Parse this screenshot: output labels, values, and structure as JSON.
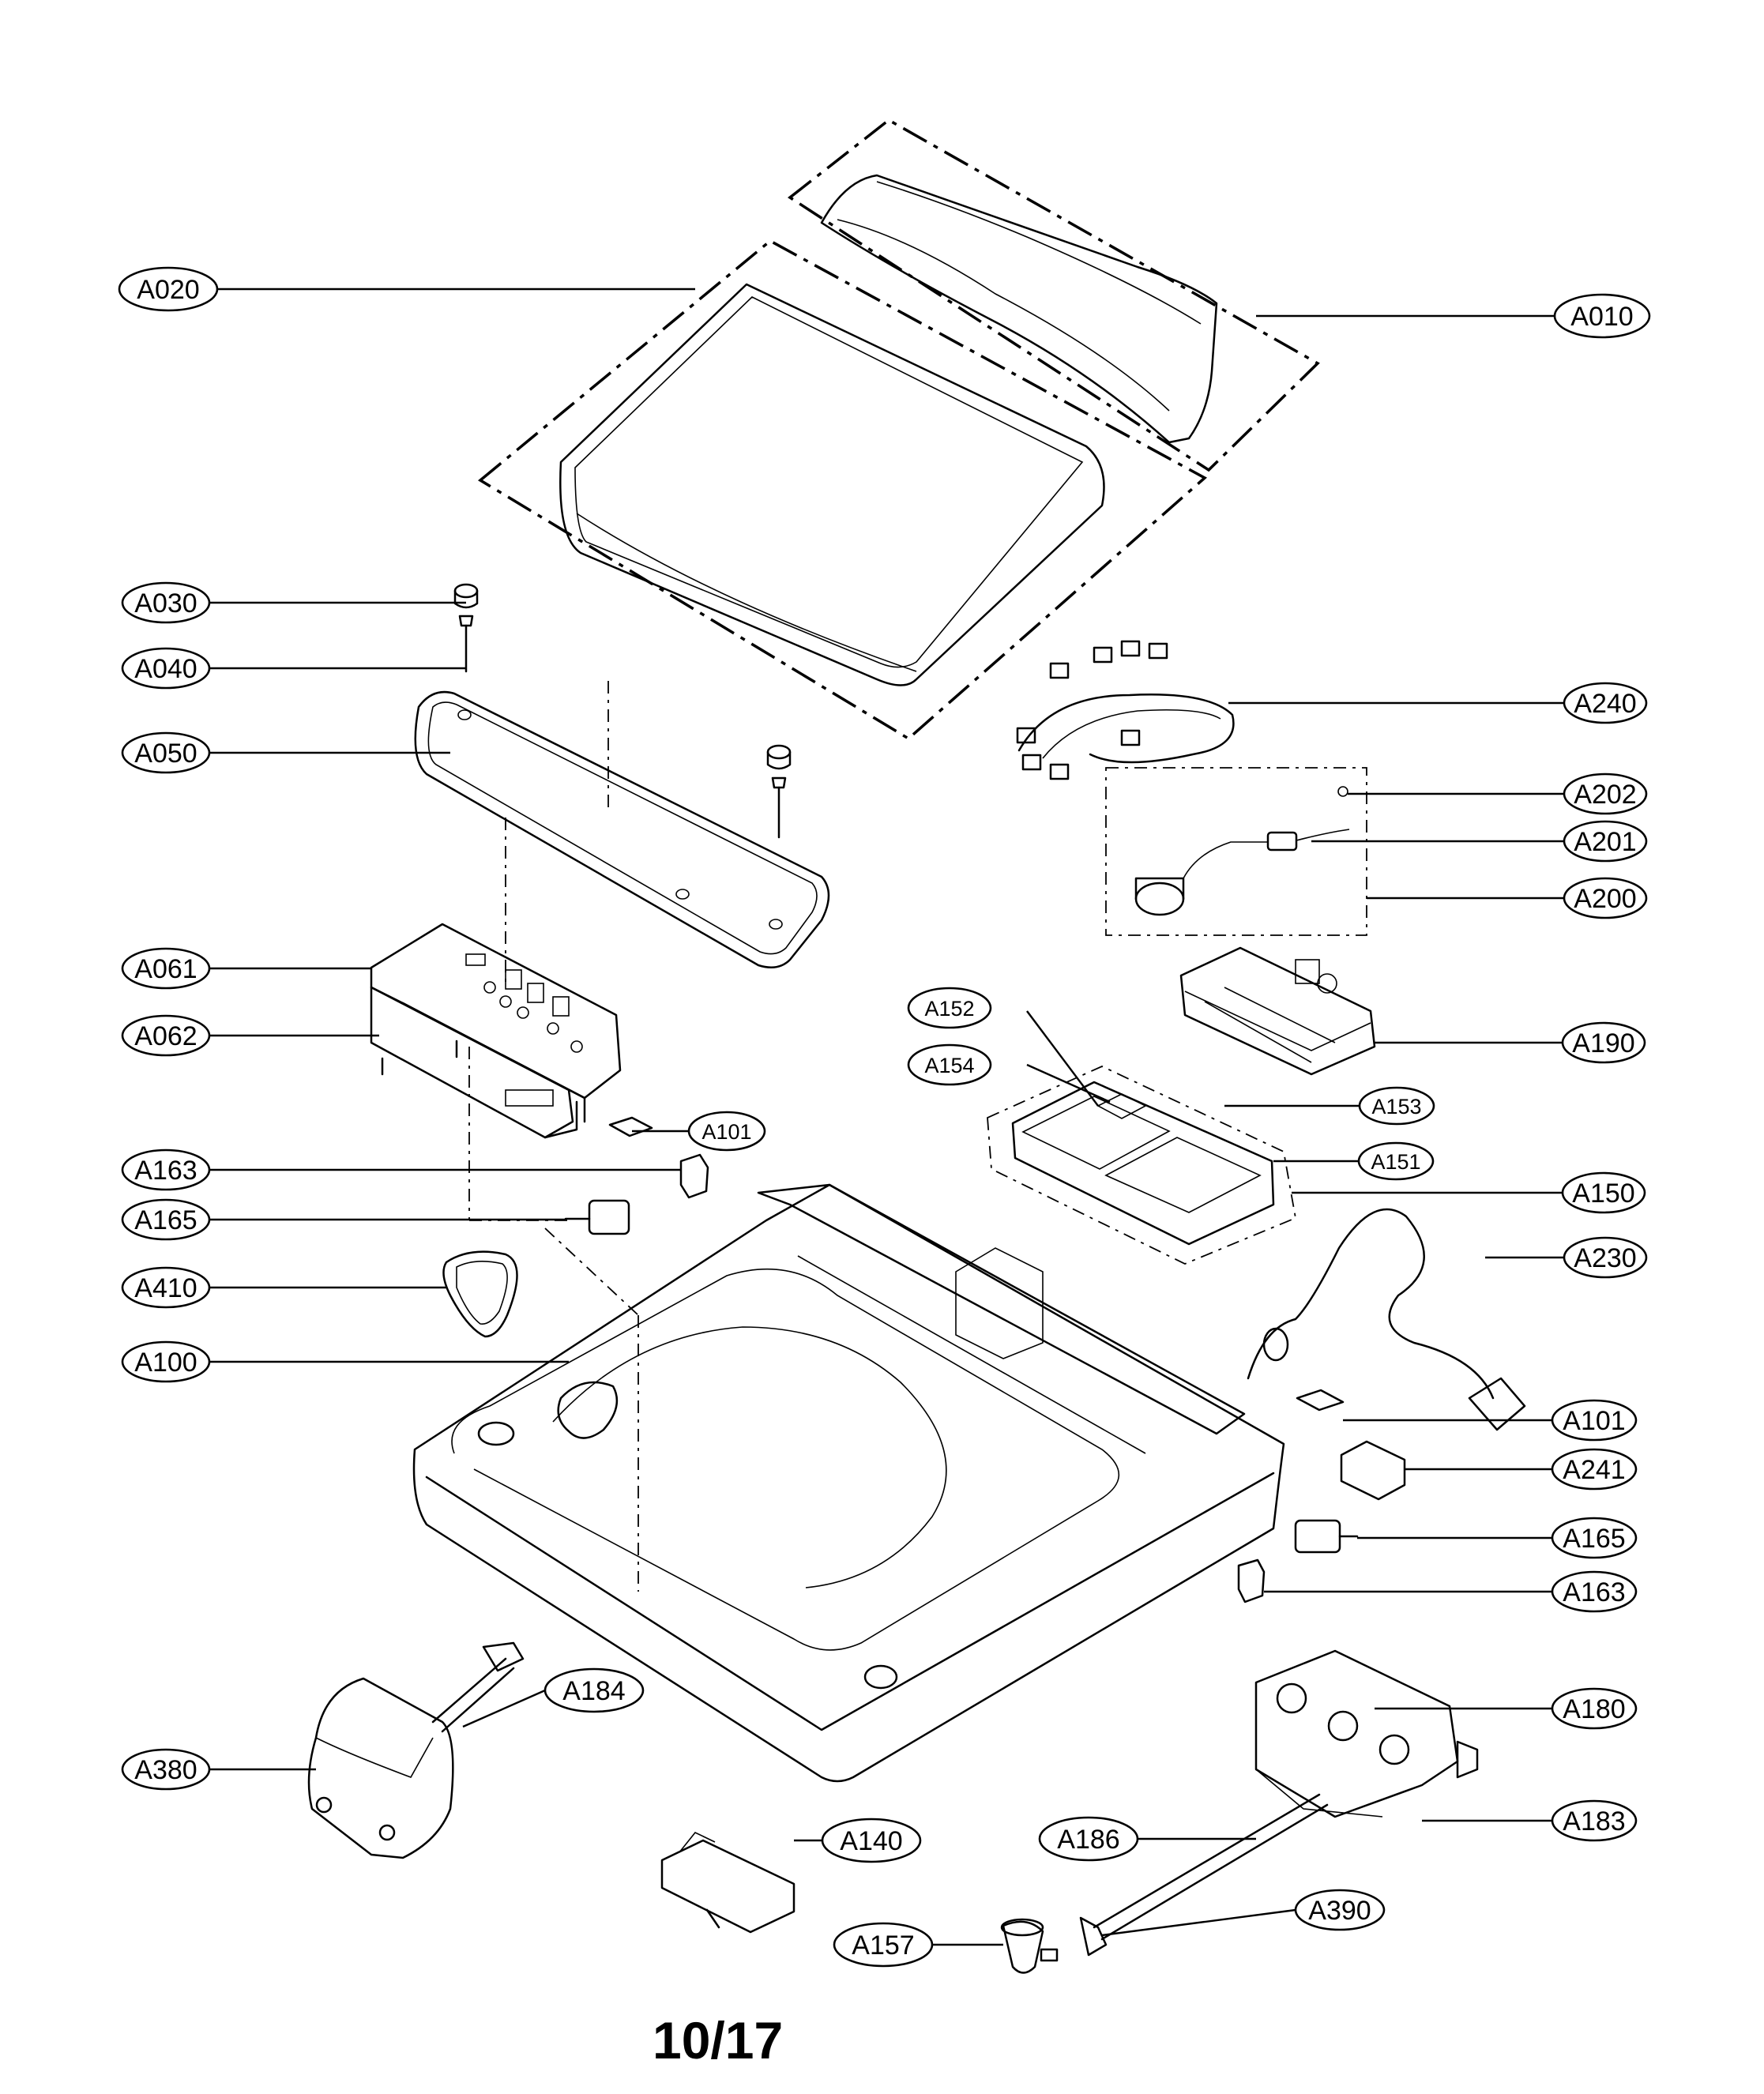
{
  "page_number": "10/17",
  "labels": {
    "A010": "A010",
    "A020": "A020",
    "A030": "A030",
    "A040": "A040",
    "A050": "A050",
    "A061": "A061",
    "A062": "A062",
    "A101a": "A101",
    "A101b": "A101",
    "A163a": "A163",
    "A163b": "A163",
    "A165a": "A165",
    "A165b": "A165",
    "A410": "A410",
    "A100": "A100",
    "A184": "A184",
    "A380": "A380",
    "A140": "A140",
    "A157": "A157",
    "A186": "A186",
    "A390": "A390",
    "A183": "A183",
    "A180": "A180",
    "A241": "A241",
    "A230": "A230",
    "A150": "A150",
    "A151": "A151",
    "A153": "A153",
    "A152": "A152",
    "A154": "A154",
    "A190": "A190",
    "A200": "A200",
    "A201": "A201",
    "A202": "A202",
    "A240": "A240"
  }
}
